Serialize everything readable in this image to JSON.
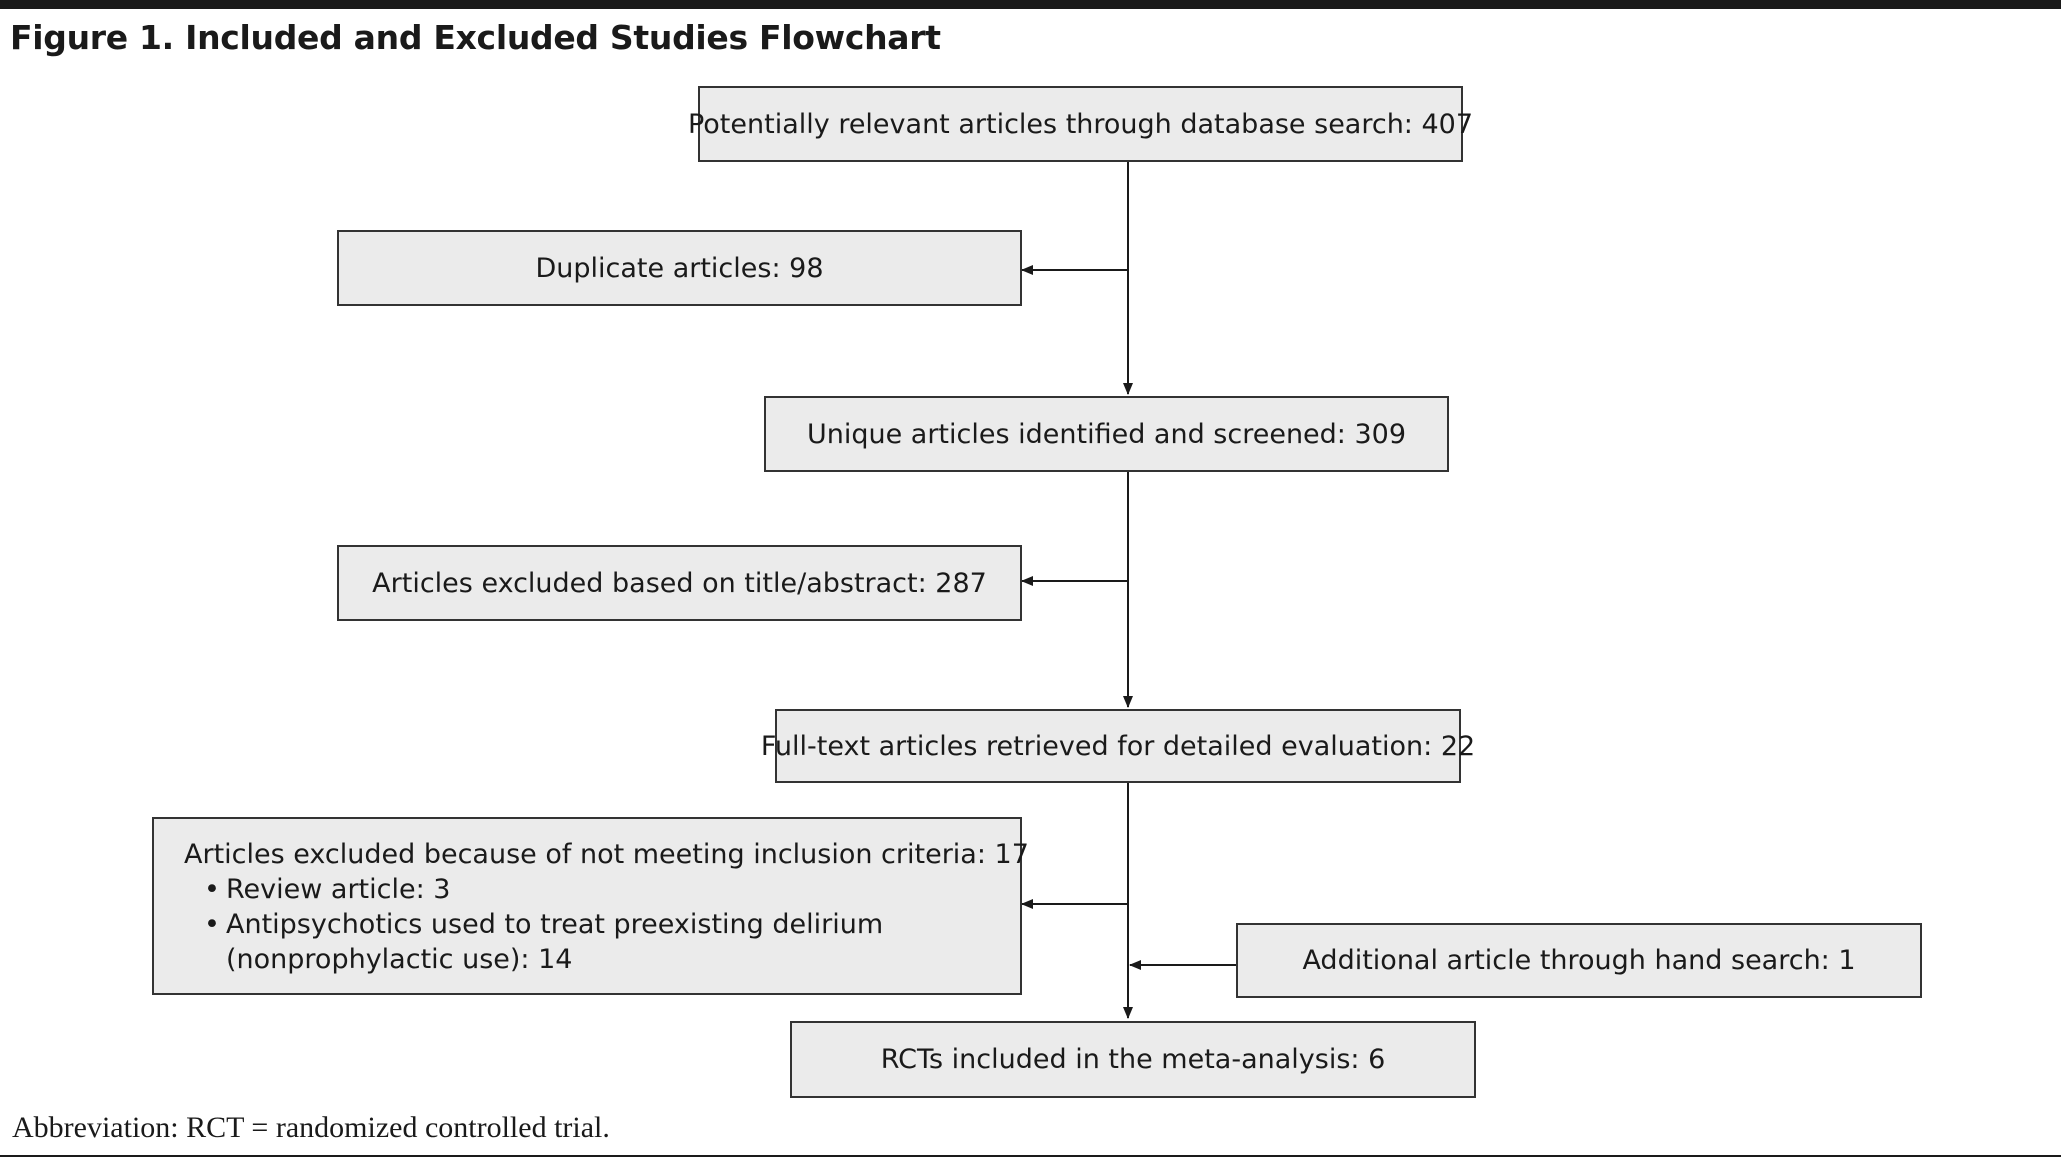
{
  "figure": {
    "title": "Figure 1. Included and Excluded Studies Flowchart",
    "footnote": "Abbreviation: RCT = randomized controlled trial."
  },
  "flow": {
    "database_search": "Potentially relevant articles through database search: 407",
    "duplicates": "Duplicate articles: 98",
    "unique_screened": "Unique articles identified and screened: 309",
    "excluded_title_abstract": "Articles excluded based on title/abstract: 287",
    "full_text": "Full-text articles retrieved for detailed evaluation: 22",
    "excluded_criteria": {
      "heading": "Articles excluded because of not meeting inclusion criteria: 17",
      "bullet_symbol": "•",
      "items": [
        {
          "line1": "Review article: 3",
          "line2": ""
        },
        {
          "line1": "Antipsychotics used to treat preexisting delirium",
          "line2": "(nonprophylactic use): 14"
        }
      ]
    },
    "hand_search": "Additional article through hand search: 1",
    "included_rcts": "RCTs included in the meta-analysis: 6"
  },
  "colors": {
    "box_fill": "#ebebeb",
    "box_border": "#333333",
    "text": "#1a1a1a",
    "connector": "#1a1a1a"
  }
}
